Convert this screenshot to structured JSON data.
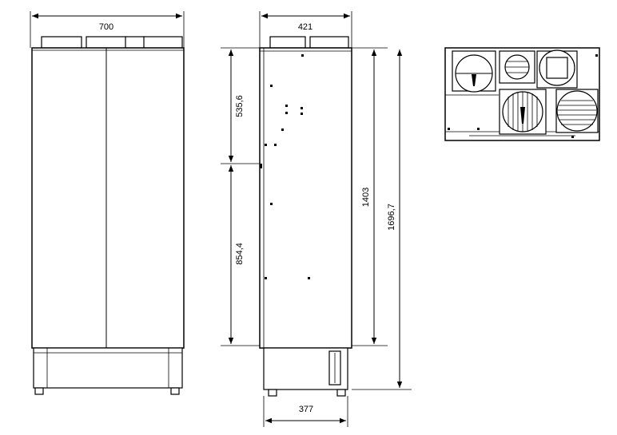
{
  "dimensions": {
    "front_width": "700",
    "side_depth": "421",
    "upper_height": "535,6",
    "lower_height": "854,4",
    "body_height": "1403",
    "total_height": "1696,7",
    "base_depth": "377"
  }
}
